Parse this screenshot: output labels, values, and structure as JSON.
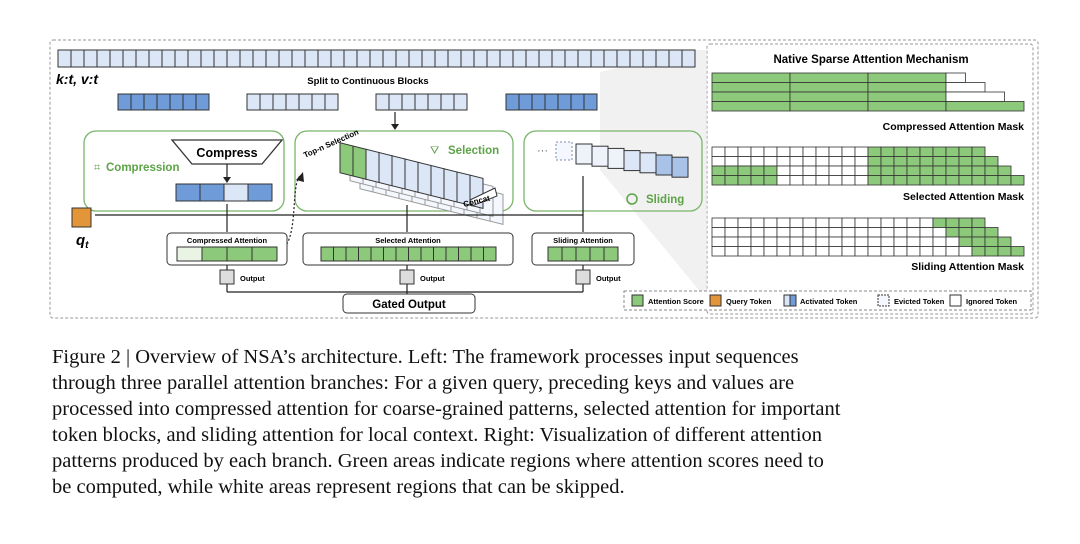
{
  "left": {
    "kv_label": "k:t, v:t",
    "split_label": "Split to Continuous Blocks",
    "compress_label": "Compress",
    "compression_label": "Compression",
    "topn_label": "Top-n Selection",
    "selection_label": "Selection",
    "concat_label": "Concat",
    "sliding_label": "Sliding",
    "ellipsis": "···",
    "q_label": "q",
    "q_sub": "t",
    "compressed_attention": "Compressed Attention",
    "selected_attention": "Selected Attention",
    "sliding_attention": "Sliding Attention",
    "output": "Output",
    "gated_output": "Gated Output"
  },
  "right": {
    "title": "Native Sparse Attention Mechanism",
    "compressed_mask": "Compressed Attention Mask",
    "selected_mask": "Selected Attention Mask",
    "sliding_mask": "Sliding Attention Mask"
  },
  "legend": [
    {
      "label": "Attention Score",
      "color": "#8cc97a"
    },
    {
      "label": "Query Token",
      "color": "#e3953a"
    },
    {
      "label": "Activated Token",
      "color": "#6f9bd8"
    },
    {
      "label": "Evicted Token",
      "color": "#f4f7fd"
    },
    {
      "label": "Ignored Token",
      "color": "#ffffff"
    }
  ],
  "colors": {
    "green": "#8cc97a",
    "light_green": "#e9f4e4",
    "blue": "#6f9bd8",
    "light_blue": "#dbe6f7",
    "orange": "#e3953a",
    "frame_green": "#7ab56a"
  },
  "caption": [
    "Figure 2 | Overview of NSA’s architecture. Left: The framework processes input sequences",
    "through three parallel attention branches: For a given query, preceding keys and values are",
    "processed into compressed attention for coarse-grained patterns, selected attention for important",
    "token blocks, and sliding attention for local context. Right: Visualization of different attention",
    "patterns produced by each branch. Green areas indicate regions where attention scores need to",
    "be computed, while white areas represent regions that can be skipped."
  ]
}
